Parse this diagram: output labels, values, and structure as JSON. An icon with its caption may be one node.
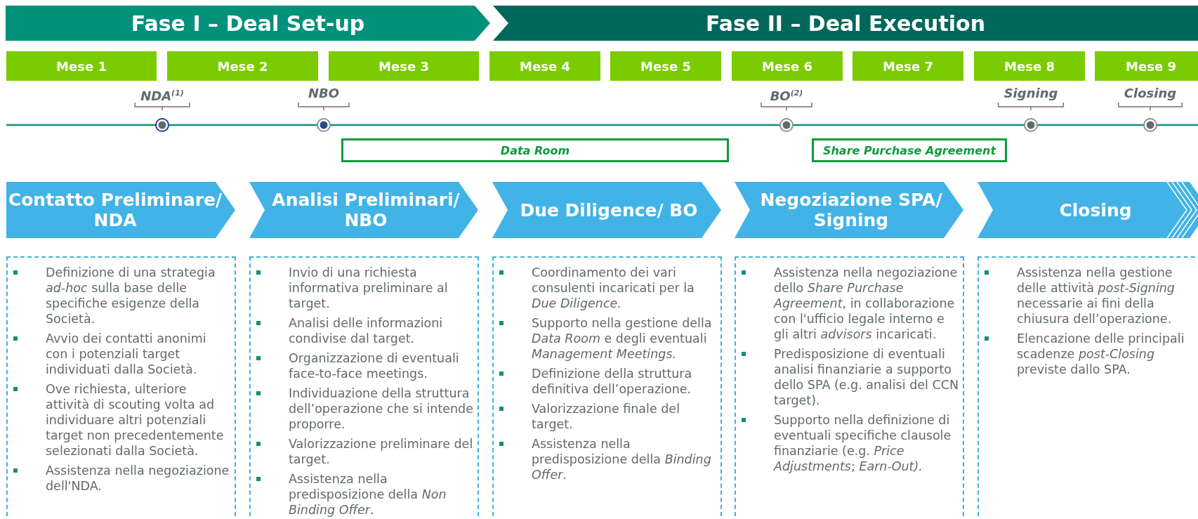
{
  "diagram": {
    "nodes": [
      {
        "text": [
          "Fase I – Deal Set-up"
        ]
      },
      {
        "text": [
          "Fase II – Deal Execution"
        ]
      },
      {
        "text": [
          "Mese 1"
        ]
      },
      {
        "text": [
          "Mese 2"
        ]
      },
      {
        "text": [
          "Mese 3"
        ]
      },
      {
        "text": [
          "Mese 4"
        ]
      },
      {
        "text": [
          "Mese 5"
        ]
      },
      {
        "text": [
          "Mese 6"
        ]
      },
      {
        "text": [
          "Mese 7"
        ]
      },
      {
        "text": [
          "Mese 8"
        ]
      },
      {
        "text": [
          "Mese 9"
        ]
      },
      {
        "text": [
          "NDA$^{(1)}$"
        ]
      },
      {
        "text": [
          "NBO"
        ]
      },
      {
        "text": [
          "BO$^{(2)}$"
        ]
      },
      {
        "text": [
          "Signing"
        ]
      },
      {
        "text": [
          "Closing"
        ]
      },
      {
        "text": [
          "Data Room"
        ]
      },
      {
        "text": [
          "Share Purchase Agreement"
        ]
      },
      {
        "text": [
          "Contatto Preliminare/ NDA"
        ]
      },
      {
        "text": [
          "Analisi Preliminari/ NBO"
        ]
      },
      {
        "text": [
          "Due Diligence/ BO"
        ]
      },
      {
        "text": [
          "Negoziazione SPA/ Signing"
        ]
      },
      {
        "text": [
          "Closing"
        ]
      },
      {
        "text": [
          "Definizione di una strategia *ad-hoc* sulla base delle specifiche esigenze della Società.",
          "Avvio dei contatti anonimi con i potenziali target individuati dalla Società.",
          "Ove richiesta, ulteriore attività di scouting volta ad individuare altri potenziali target non precedentemente selezionati dalla Società.",
          "Assistenza nella negoziazione dell'NDA."
        ]
      },
      {
        "text": [
          "Invio di una richiesta informativa preliminare al target.",
          "Analisi delle informazioni condivise dal target.",
          "Organizzazione di eventuali face-to-face meetings.",
          "Individuazione della struttura dell’operazione che si intende proporre.",
          "Valorizzazione preliminare del target.",
          "Assistenza nella predisposizione della *Non Binding Offer*."
        ]
      },
      {
        "text": [
          "Coordinamento dei vari consulenti incaricati per la *Due Diligence.*",
          "Supporto nella gestione della *Data Room* e degli eventuali *Management Meetings.*",
          "Definizione della struttura definitiva dell’operazione.",
          "Valorizzazione finale del target.",
          "Assistenza nella predisposizione della *Binding Offer*."
        ]
      },
      {
        "text": [
          "Assistenza nella negoziazione dello *Share Purchase Agreement*, in collaborazione con l'ufficio legale interno e gli altri *advisors* incaricati.",
          "Predisposizione di eventuali analisi finanziarie a supporto dello SPA (e.g. analisi del CCN target).",
          "Supporto nella definizione di eventuali specifiche clausole finanziarie (e.g. *Price Adjustments*; *Earn-Out).*"
        ]
      },
      {
        "text": [
          "Assistenza nella gestione delle attività *post-Signing* necessarie ai fini della chiusura dell’operazione.",
          "Elencazione delle principali scadenze *post-Closing* previste dallo SPA."
        ]
      }
    ]
  }
}
